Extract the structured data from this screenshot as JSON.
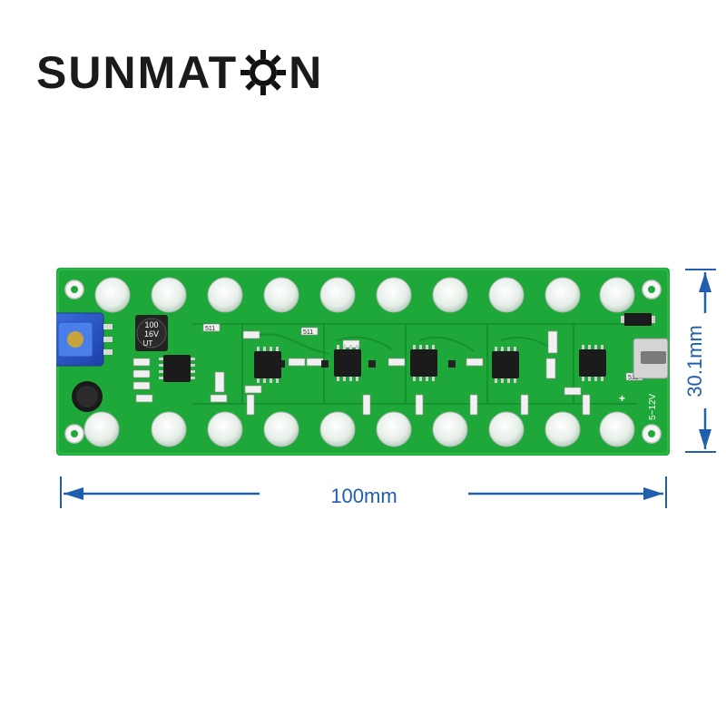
{
  "brand": {
    "name_left": "SUNMAT",
    "name_right": "N",
    "accent": "#111111"
  },
  "board": {
    "color": "#1fa83a",
    "cap_text_1": "100",
    "cap_text_2": "16V",
    "cap_text_3": "UT",
    "voltage_label": "5~12V",
    "plus_label": "+",
    "resistor_code": "511",
    "led_count_per_row": 10
  },
  "dimensions": {
    "width_label": "100mm",
    "height_label": "30.1mm",
    "color": "#1f5fae"
  }
}
